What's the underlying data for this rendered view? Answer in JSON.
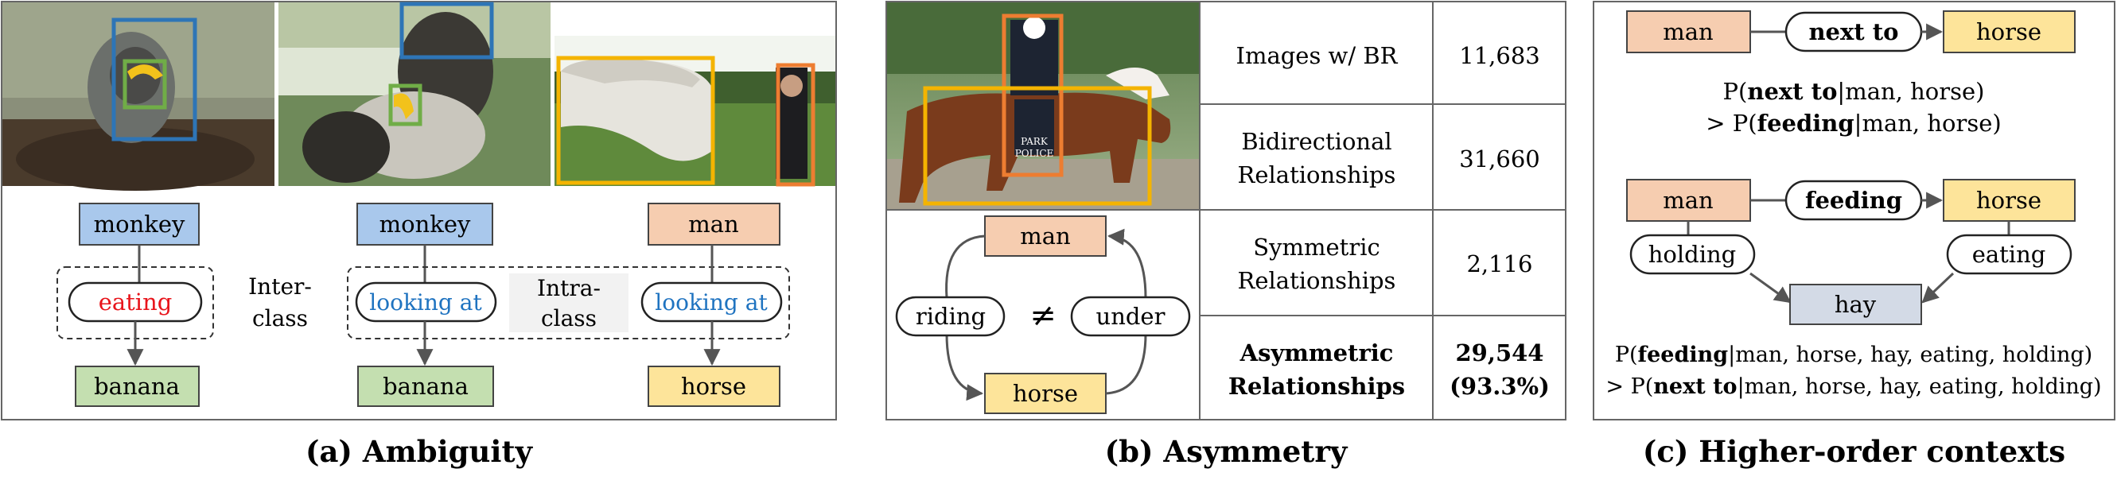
{
  "panel_a": {
    "caption_letter": "(a)",
    "caption_text": "Ambiguity",
    "left": {
      "subject": "monkey",
      "predicate": "eating",
      "object": "banana"
    },
    "middle": {
      "subject": "monkey",
      "predicate": "looking at",
      "object": "banana"
    },
    "right": {
      "subject": "man",
      "predicate": "looking at",
      "object": "horse"
    },
    "inter_label_1": "Inter-",
    "inter_label_2": "class",
    "intra_label_1": "Intra-",
    "intra_label_2": "class"
  },
  "panel_b": {
    "caption_letter": "(b)",
    "caption_text": "Asymmetry",
    "cycle": {
      "top": "man",
      "bottom": "horse",
      "left": "riding",
      "right": "under",
      "neq": "≠"
    },
    "photo_sign_1": "PARK",
    "photo_sign_2": "POLICE",
    "table": [
      {
        "label_1": "Images w/ BR",
        "label_2": "",
        "value_1": "11,683",
        "value_2": "",
        "bold": false
      },
      {
        "label_1": "Bidirectional",
        "label_2": "Relationships",
        "value_1": "31,660",
        "value_2": "",
        "bold": false
      },
      {
        "label_1": "Symmetric",
        "label_2": "Relationships",
        "value_1": "2,116",
        "value_2": "",
        "bold": false
      },
      {
        "label_1": "Asymmetric",
        "label_2": "Relationships",
        "value_1": "29,544",
        "value_2": "(93.3%)",
        "bold": true
      }
    ]
  },
  "panel_c": {
    "caption_letter": "(c)",
    "caption_text": "Higher-order contexts",
    "top": {
      "subject": "man",
      "predicate": "next to",
      "object": "horse"
    },
    "eq1_line1": {
      "pre": "P(",
      "bold": "next to",
      "post": "|man, horse)"
    },
    "eq1_line2": {
      "pre": "> P(",
      "bold": "feeding",
      "post": "|man, horse)"
    },
    "bottom": {
      "subject": "man",
      "predicate": "feeding",
      "object": "horse",
      "left_edge": "holding",
      "right_edge": "eating",
      "third": "hay"
    },
    "eq2_line1": {
      "pre": "P(",
      "bold": "feeding",
      "post": "|man, horse, hay, eating, holding)"
    },
    "eq2_line2": {
      "pre": "> P(",
      "bold": "next to",
      "post": "|man, horse, hay, eating, holding)"
    }
  },
  "colors": {
    "monkey_box": "#a9c8ec",
    "banana_box": "#c4dfb0",
    "man_box": "#f6cdb0",
    "horse_box": "#fde49a",
    "hay_box": "#d3dae6",
    "red_text": "#e8141b",
    "blue_text": "#1f73c0",
    "bbox_blue": "#2e75b6",
    "bbox_green": "#70ad47",
    "bbox_orange": "#ed7d31",
    "bbox_gold": "#f4b400"
  }
}
